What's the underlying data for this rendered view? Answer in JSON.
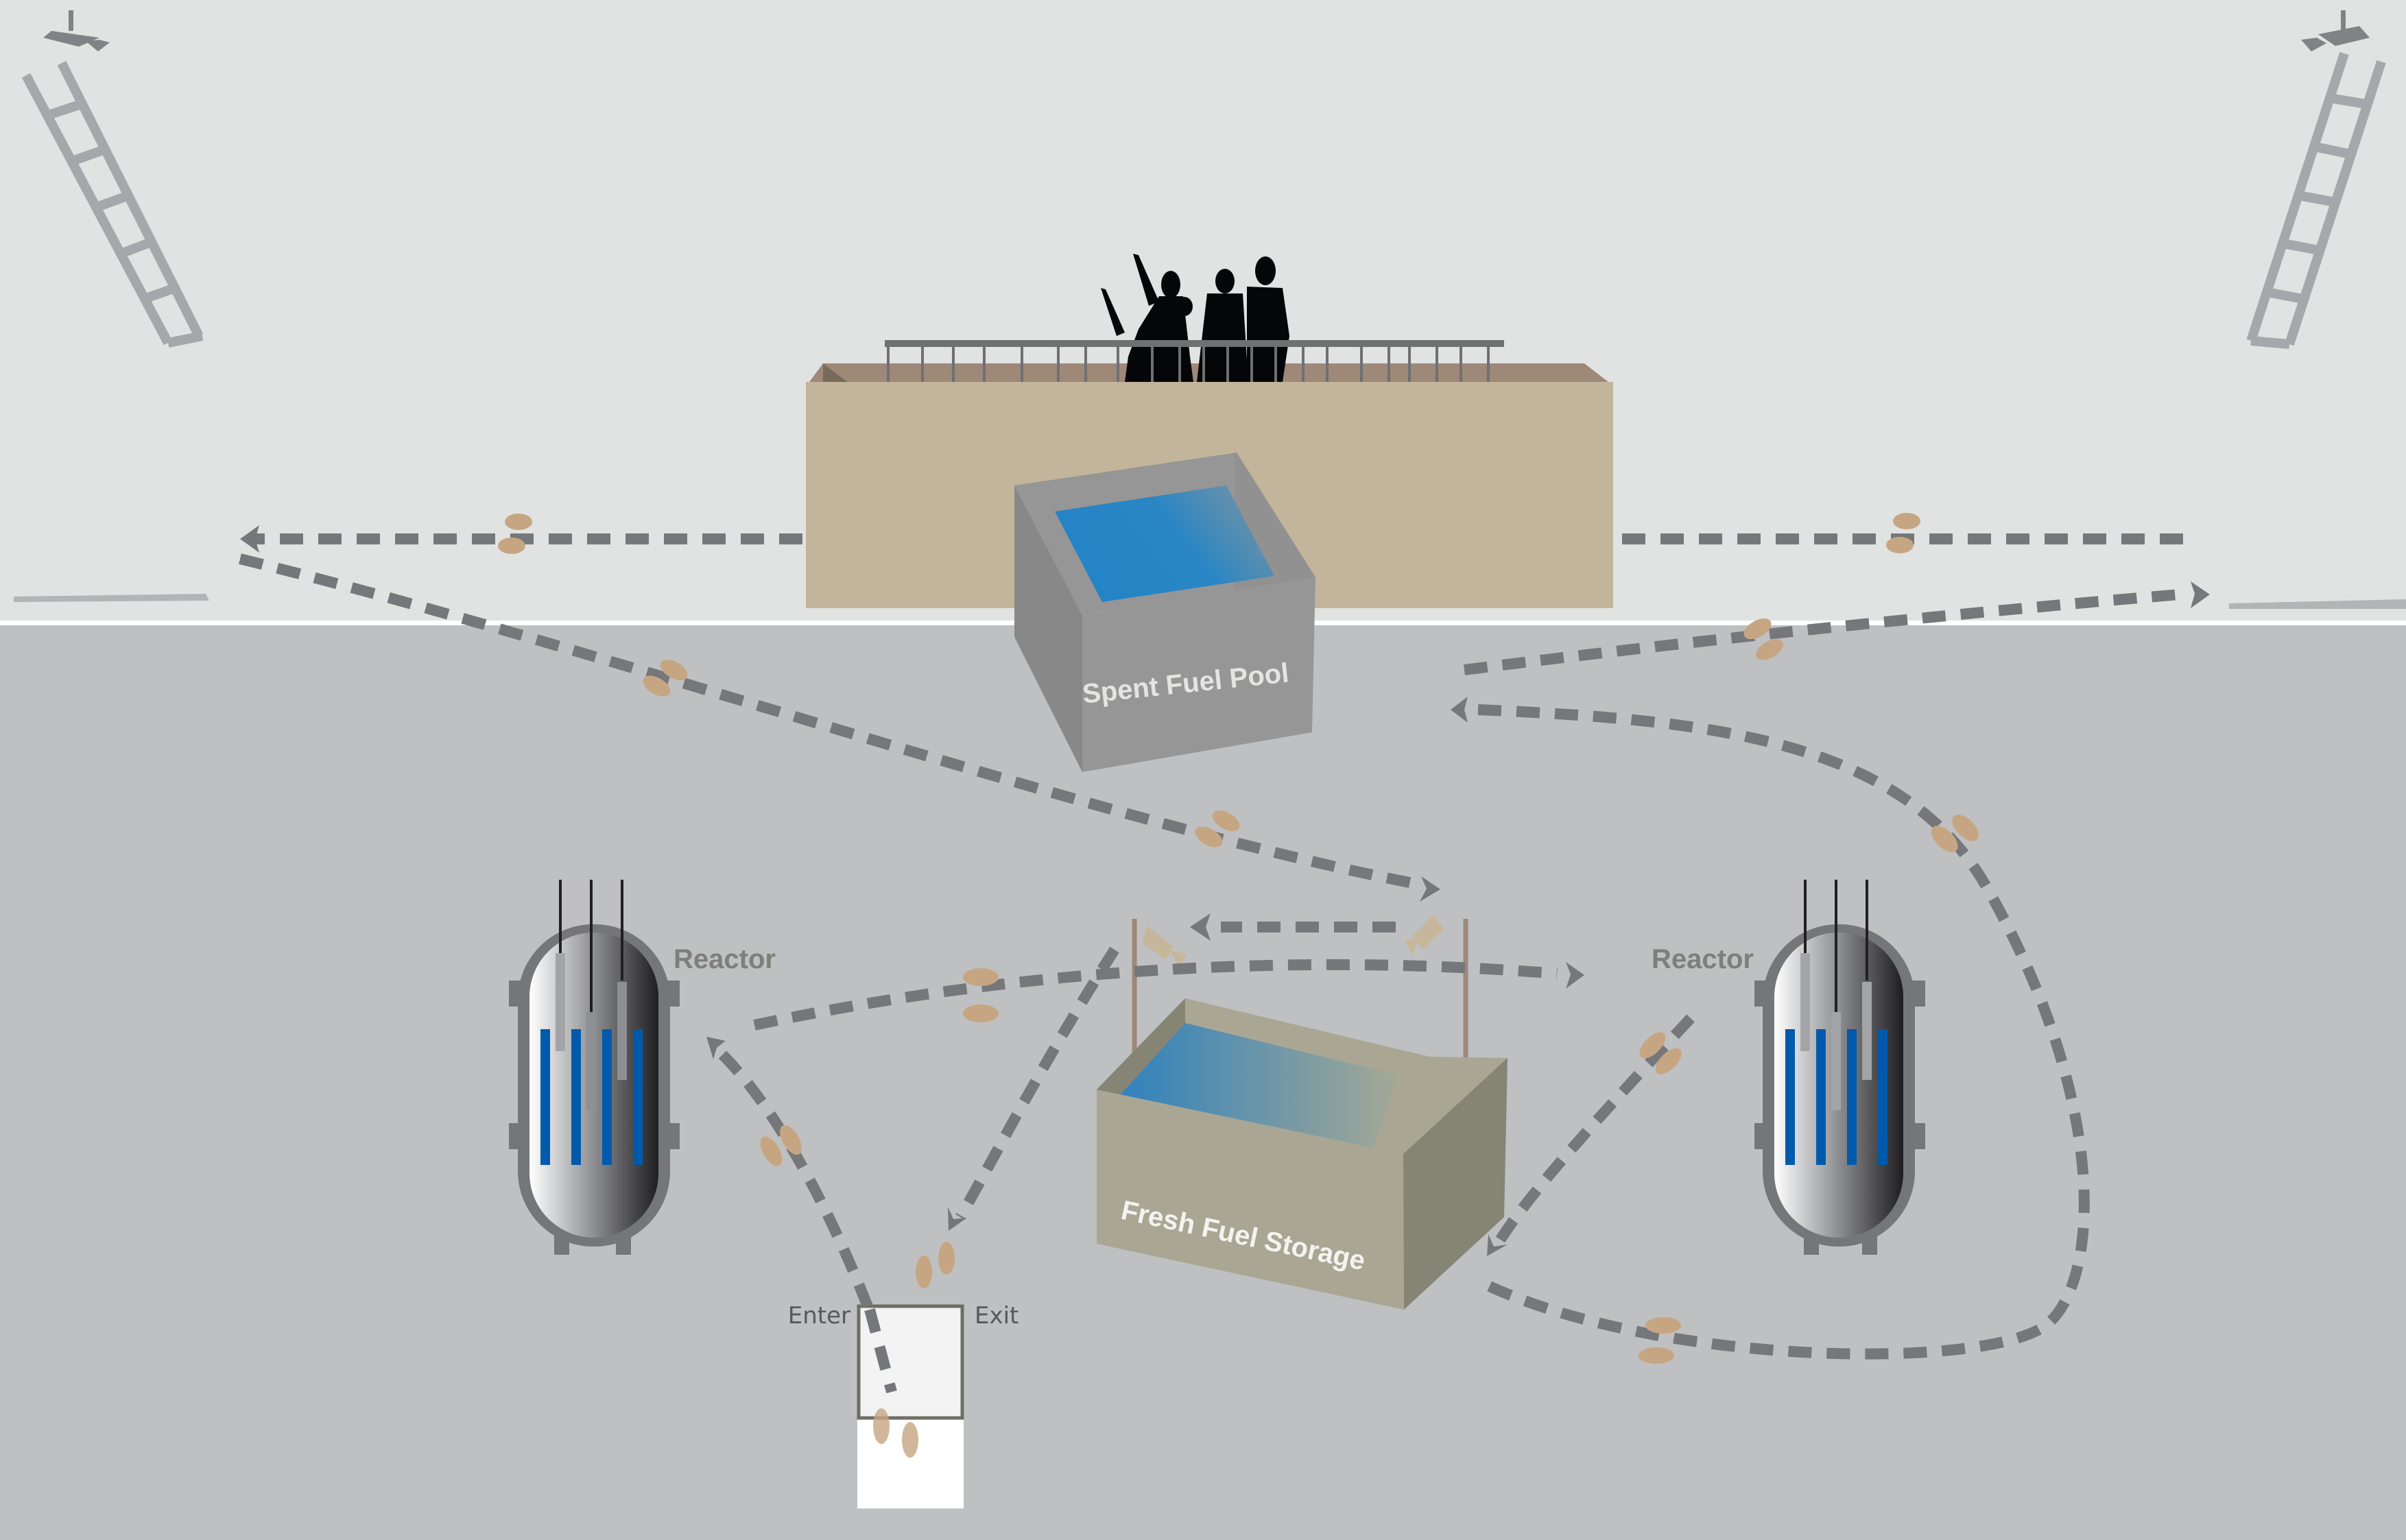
{
  "title": "Nuclear facility safeguards walkthrough diagram",
  "colors": {
    "upper_bg": "#e1e3e2",
    "floor_bg": "#bfc0c2",
    "path": "#76777b",
    "footprint": "#c6a682",
    "building_face": "#c3b59b",
    "building_top": "#9e8878",
    "pool_gray": "#969696",
    "pool_side": "#888888",
    "water": "#2384c6",
    "fresh_box_face": "#a9a794",
    "fresh_box_side": "#858475",
    "fuel_rod": "#005aab",
    "reactor_shell": "#75767a",
    "label_gray": "#7f7f79",
    "camera_dark": "#818285",
    "camera_light": "#c6b79a",
    "ladder": "#a6a7aa"
  },
  "labels": {
    "spent_fuel_pool": "Spent Fuel Pool",
    "fresh_fuel_storage": "Fresh Fuel Storage",
    "reactor_left": "Reactor",
    "reactor_right": "Reactor",
    "enter": "Enter",
    "exit": "Exit"
  },
  "elements": {
    "observers": "Group of people on observation balcony",
    "cameras": [
      "top-left surveillance camera",
      "top-right surveillance camera",
      "fresh fuel camera left",
      "fresh fuel camera right"
    ],
    "ladders": [
      "left ladder",
      "right ladder"
    ],
    "reactors": 2,
    "fuel_rods_per_reactor": 4,
    "control_rods_per_reactor": 3
  }
}
